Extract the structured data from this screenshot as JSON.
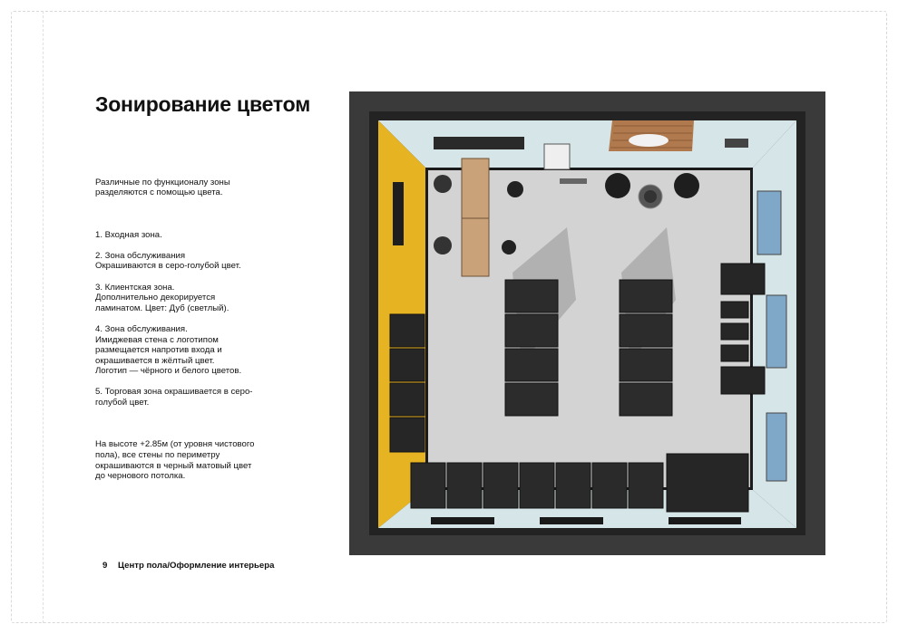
{
  "page": {
    "title": "Зонирование цветом",
    "intro": "Различные по функционалу зоны разделяются с помощью цвета.",
    "items": [
      "1.        Входная зона.",
      "2.        Зона обслуживания\nОкрашиваются в серо-голубой цвет.",
      "3.        Клиентская зона.\nДополнительно декорируется ламинатом. Цвет: Дуб (светлый).",
      "4.        Зона обслуживания.\nИмиджевая стена с логотипом размещается напротив входа и окрашивается в жёлтый цвет.\nЛоготип — чёрного и белого цветов.",
      "5.        Торговая зона окрашивается в серо-голубой цвет."
    ],
    "note": "На высоте +2.85м (от уровня чистового пола), все стены по периметру окрашиваются в черный матовый цвет до чернового потолка.",
    "footer_page": "9",
    "footer_section": "Центр пола/Оформление интерьера"
  },
  "plan": {
    "colors": {
      "outer": "#3a3a3a",
      "wall_blue": "#cfe3e6",
      "wall_yellow": "#e6b422",
      "floor": "#d3d3d3",
      "desk_oak": "#c9a27a",
      "rack": "#2b2b2b",
      "shadow": "#8e8e8e"
    },
    "icons": [
      "chair-icon",
      "rug-icon",
      "rack-icon",
      "window-icon",
      "logo-icon"
    ]
  }
}
